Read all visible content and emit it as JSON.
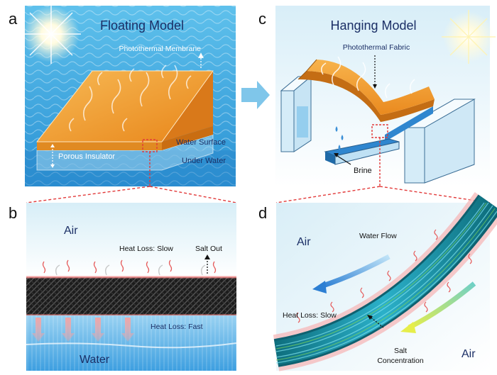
{
  "panel_a": {
    "letter": "a",
    "title": "Floating Model",
    "membrane_label": "Photothermal Membrane",
    "water_surface_label": "Water Surface",
    "insulator_label": "Porous Insulator",
    "under_water_label": "Under Water"
  },
  "panel_b": {
    "letter": "b",
    "air_label": "Air",
    "heat_loss_slow": "Heat Loss: Slow",
    "salt_out": "Salt Out",
    "heat_loss_fast": "Heat Loss: Fast",
    "water_label": "Water"
  },
  "panel_c": {
    "letter": "c",
    "title": "Hanging Model",
    "fabric_label": "Photothermal Fabric",
    "brine_label": "Brine"
  },
  "panel_d": {
    "letter": "d",
    "air_left": "Air",
    "water_flow": "Water Flow",
    "heat_loss_slow": "Heat Loss: Slow",
    "salt_concentration_line1": "Salt",
    "salt_concentration_line2": "Concentration",
    "air_right": "Air"
  },
  "colors": {
    "sky": "#bfe6f6",
    "water": "#3aa6e3",
    "membrane": "#f29c2a",
    "tank": "#dff1fb",
    "fiber": "#2a9ec8",
    "zoom_line": "#e23a3a",
    "arrow_blue": "#2d7fd3",
    "arrow_green": "#c7e34a"
  }
}
